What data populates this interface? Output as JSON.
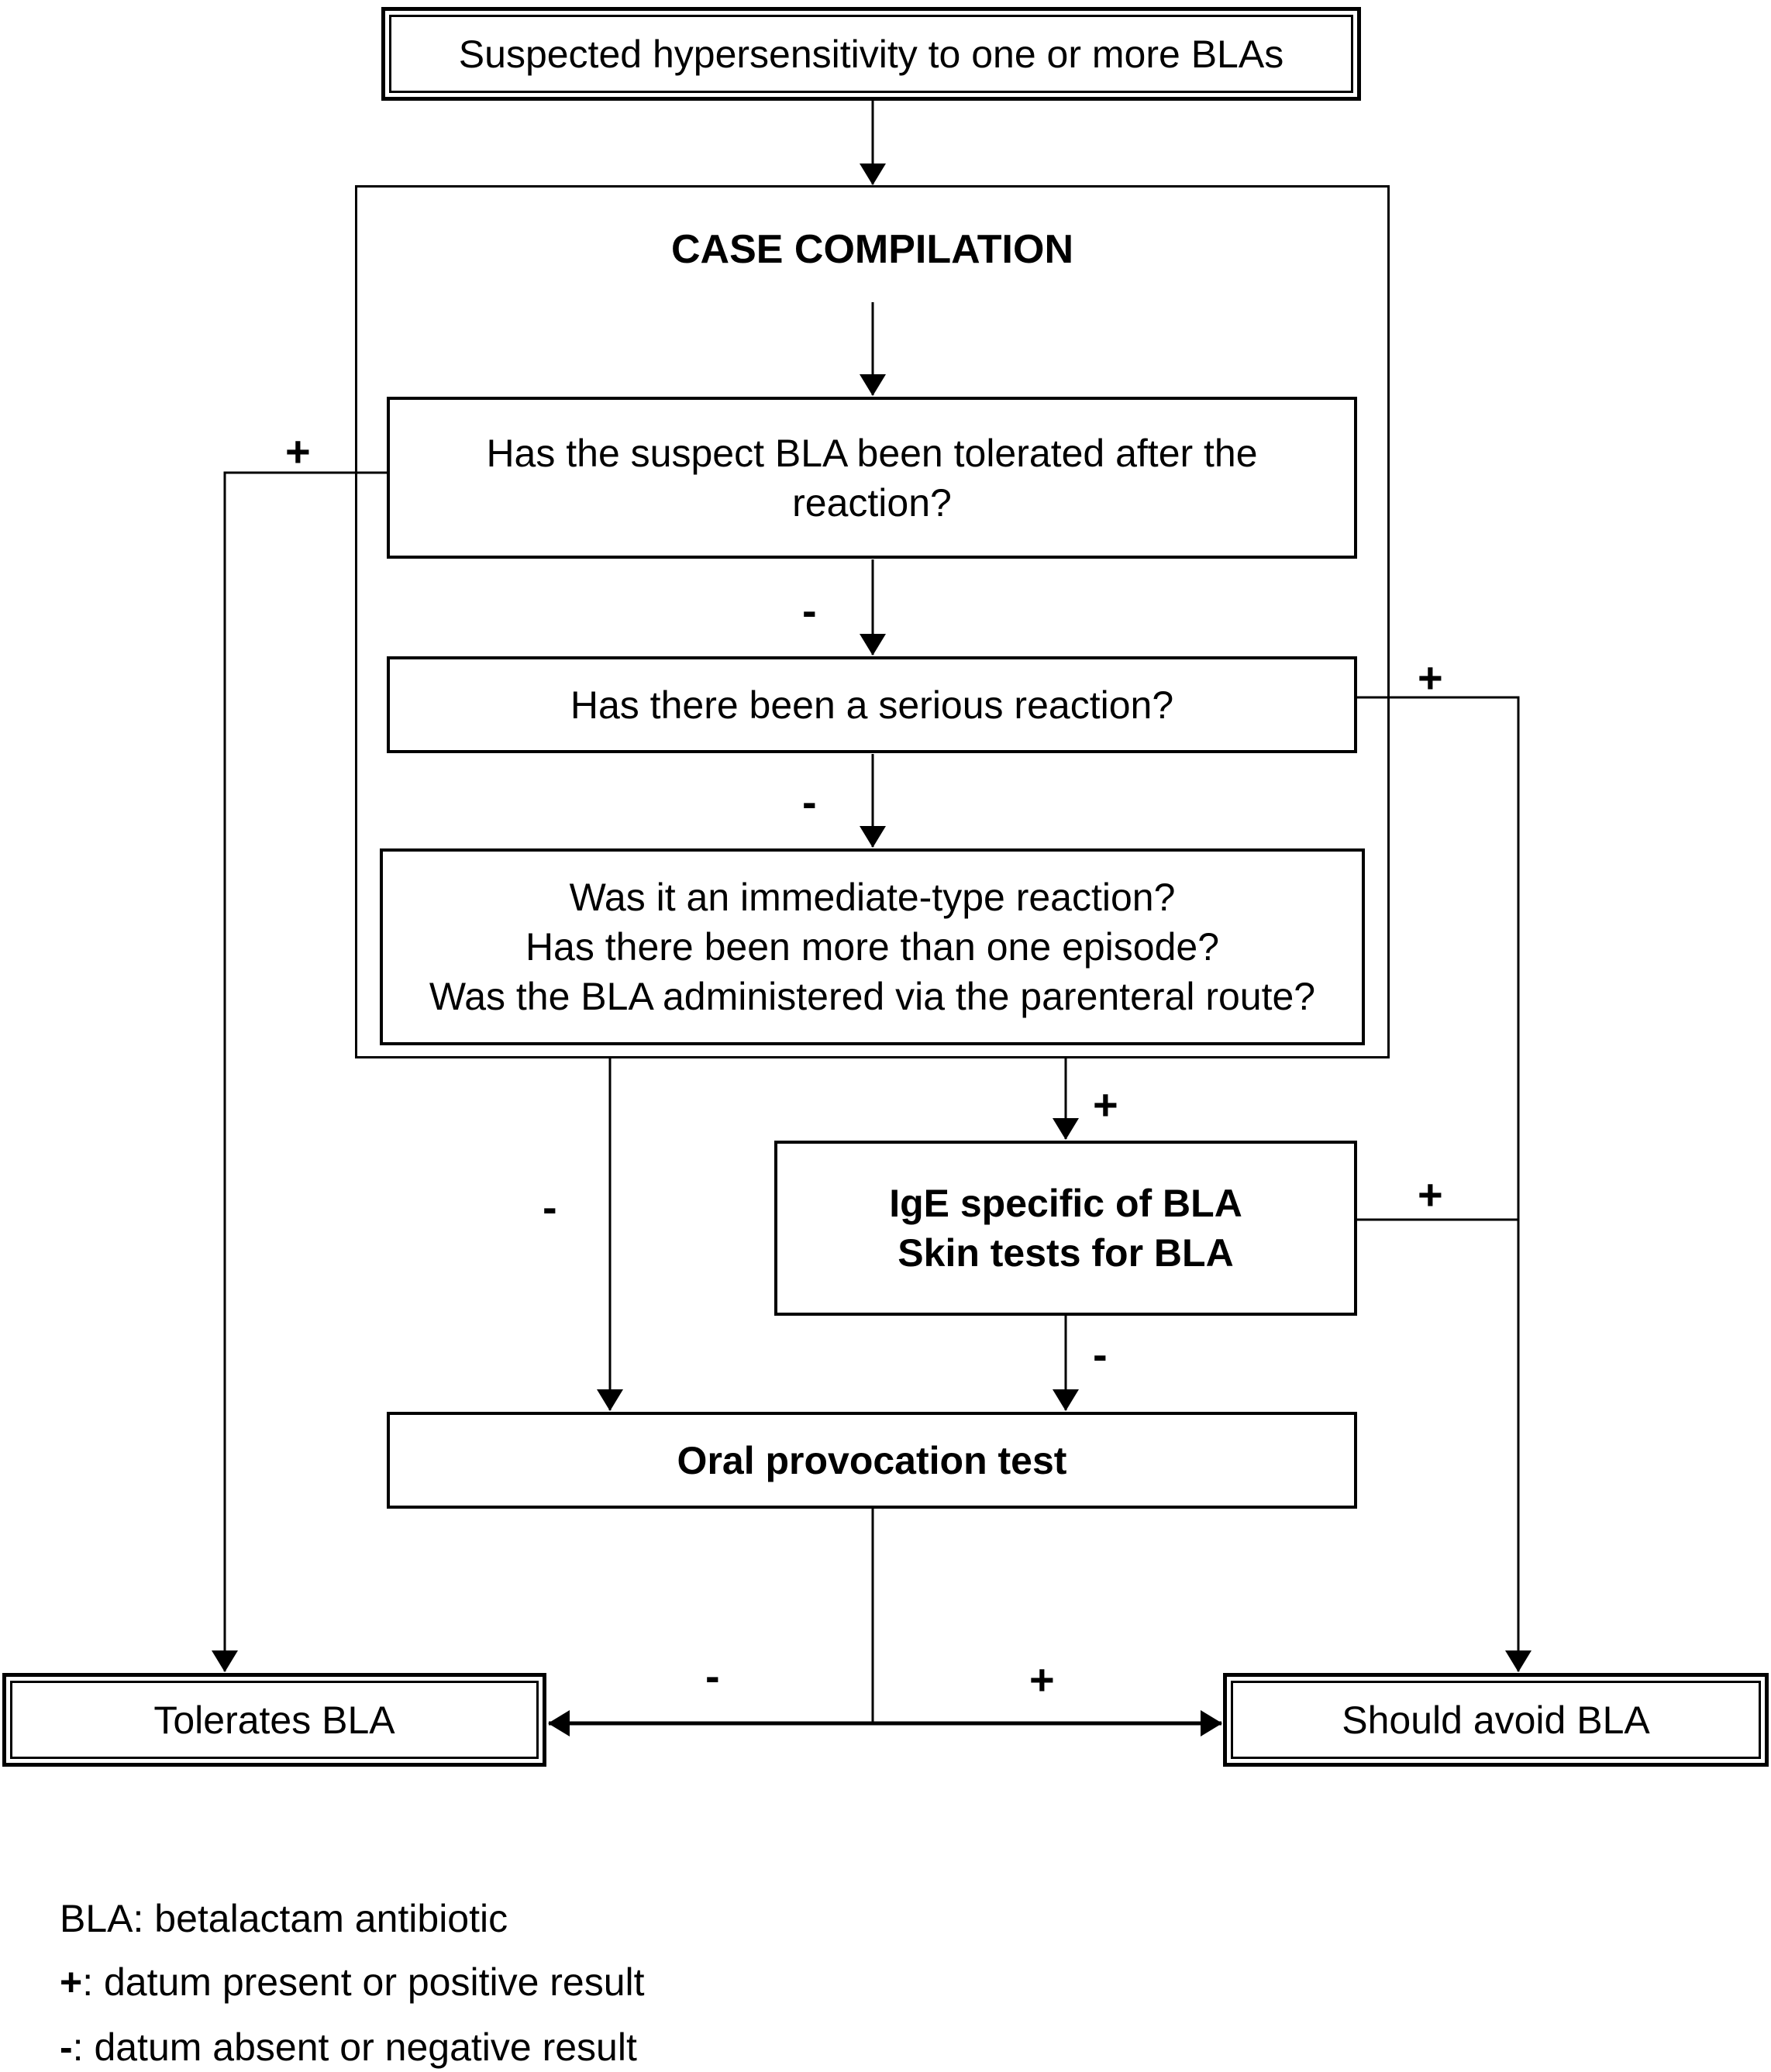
{
  "nodes": {
    "start": "Suspected hypersensitivity to one or more BLAs",
    "case_compilation": "CASE COMPILATION",
    "q_tolerated": "Has the suspect BLA been tolerated after the reaction?",
    "q_serious": "Has there been a serious reaction?",
    "q_immediate": [
      "Was it an immediate-type reaction?",
      "Has there been more than one episode?",
      "Was the BLA administered via the parenteral route?"
    ],
    "tests": [
      "IgE specific of BLA",
      "Skin tests for BLA"
    ],
    "oral_test": "Oral provocation test",
    "tolerates": "Tolerates BLA",
    "avoid": "Should avoid BLA"
  },
  "edge_labels": {
    "tolerated_plus": "+",
    "tolerated_minus": "-",
    "serious_plus": "+",
    "serious_minus": "-",
    "immediate_minus": "-",
    "immediate_plus": "+",
    "tests_plus": "+",
    "tests_minus": "-",
    "oral_minus": "-",
    "oral_plus": "+"
  },
  "legend": [
    {
      "symbol": "BLA",
      "text": ": betalactam antibiotic"
    },
    {
      "symbol": "+",
      "text": ": datum present or positive result"
    },
    {
      "symbol": "-",
      "text": ": datum absent or negative result"
    }
  ]
}
